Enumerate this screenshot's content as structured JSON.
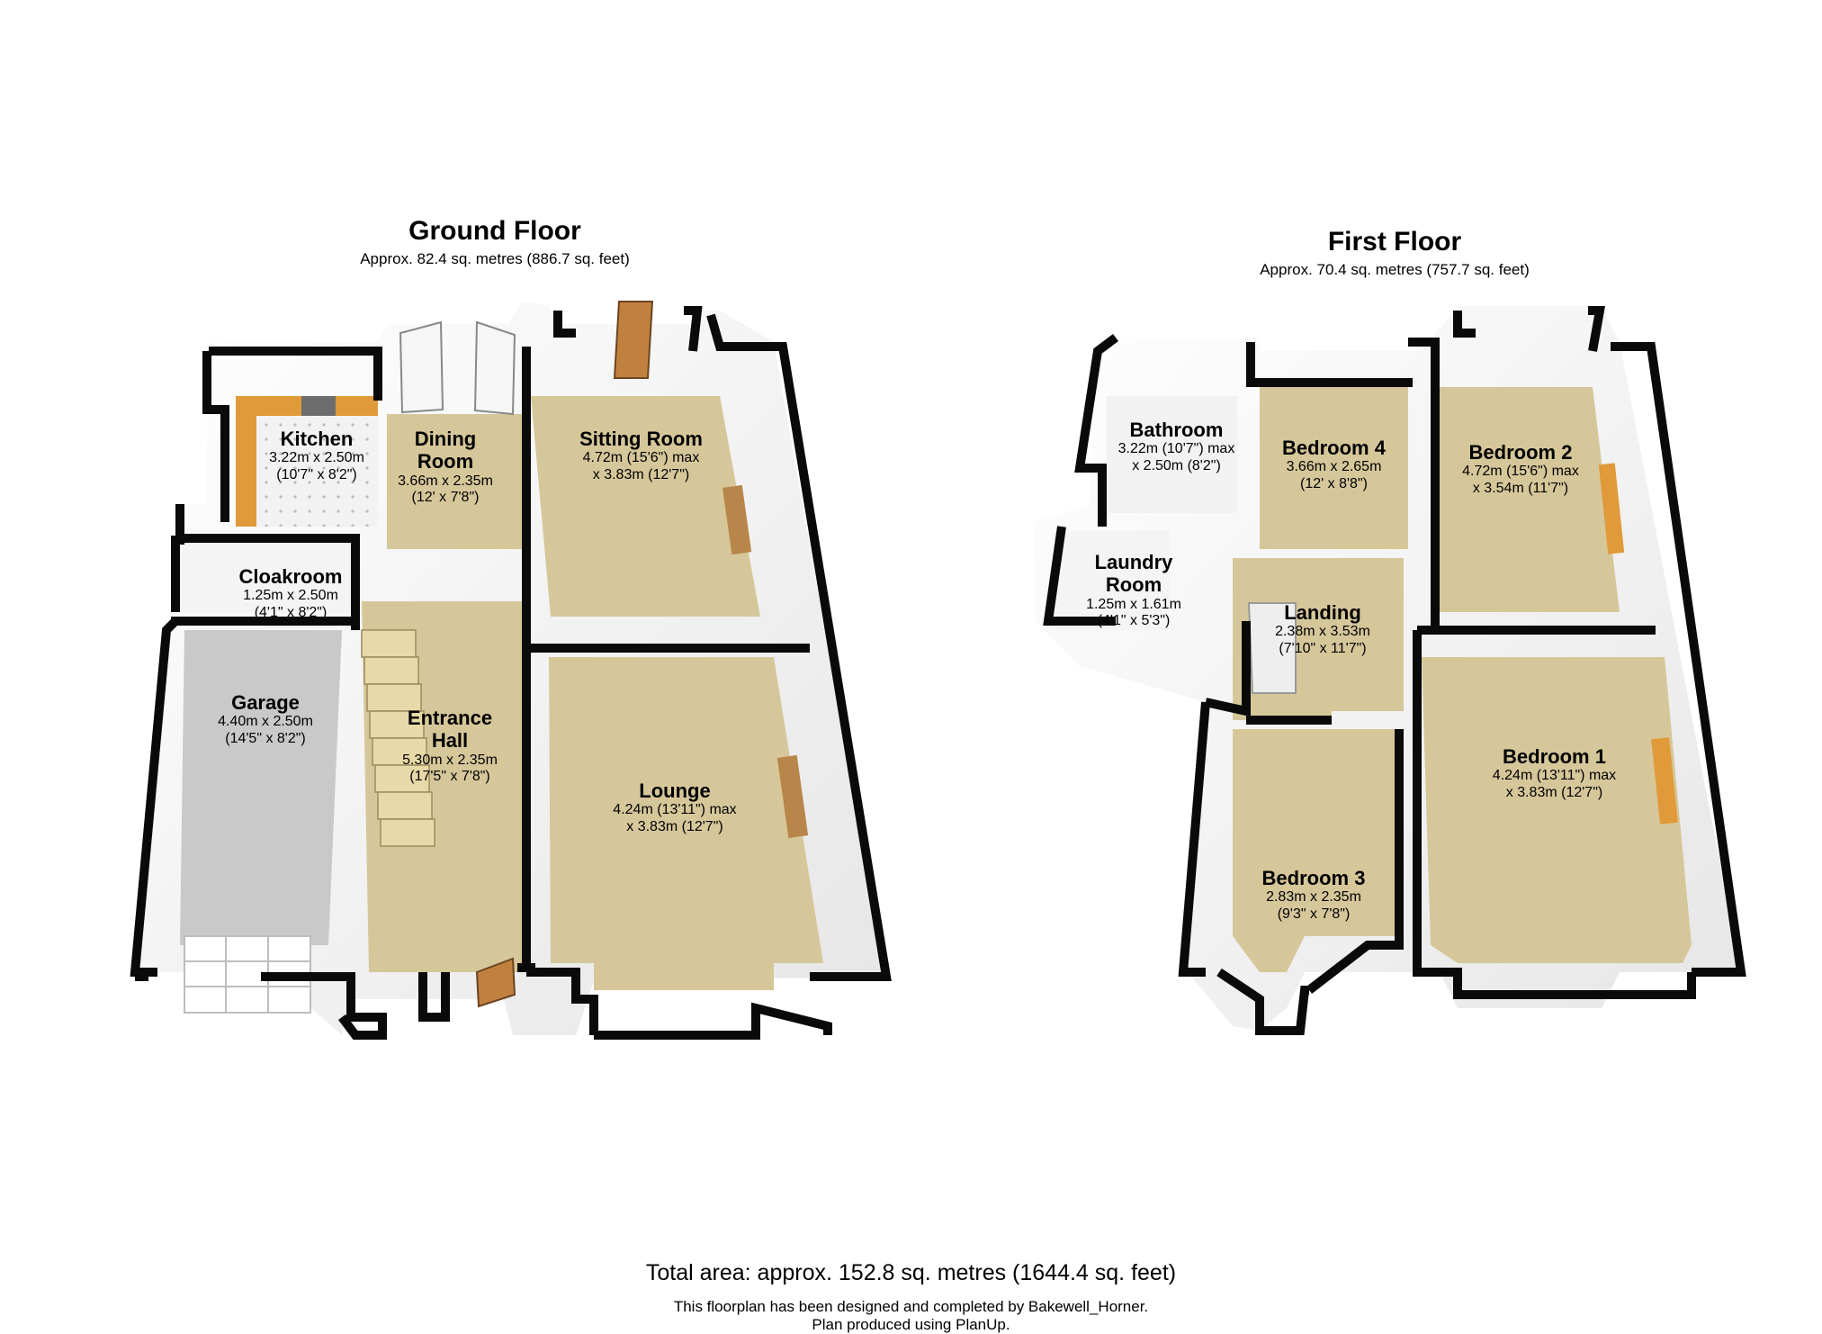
{
  "ground_floor": {
    "title": "Ground Floor",
    "area": "Approx. 82.4 sq. metres (886.7 sq. feet)",
    "rooms": [
      {
        "id": "kitchen",
        "name": "Kitchen",
        "dims": [
          "3.22m x 2.50m",
          "(10'7\" x 8'2\")"
        ]
      },
      {
        "id": "dining",
        "name": "Dining Room",
        "dims": [
          "3.66m x 2.35m",
          "(12' x 7'8\")"
        ]
      },
      {
        "id": "sitting",
        "name": "Sitting Room",
        "dims": [
          "4.72m (15'6\") max",
          "x 3.83m (12'7\")"
        ]
      },
      {
        "id": "cloakroom",
        "name": "Cloakroom",
        "dims": [
          "1.25m x 2.50m",
          "(4'1\" x 8'2\")"
        ]
      },
      {
        "id": "garage",
        "name": "Garage",
        "dims": [
          "4.40m x 2.50m",
          "(14'5\" x 8'2\")"
        ]
      },
      {
        "id": "entrance",
        "name": "Entrance Hall",
        "dims": [
          "5.30m x 2.35m",
          "(17'5\" x 7'8\")"
        ]
      },
      {
        "id": "lounge",
        "name": "Lounge",
        "dims": [
          "4.24m (13'11\") max",
          "x 3.83m (12'7\")"
        ]
      }
    ]
  },
  "first_floor": {
    "title": "First Floor",
    "area": "Approx. 70.4 sq. metres (757.7 sq. feet)",
    "rooms": [
      {
        "id": "bathroom",
        "name": "Bathroom",
        "dims": [
          "3.22m (10'7\") max",
          "x 2.50m (8'2\")"
        ]
      },
      {
        "id": "bedroom4",
        "name": "Bedroom 4",
        "dims": [
          "3.66m x 2.65m",
          "(12' x 8'8\")"
        ]
      },
      {
        "id": "bedroom2",
        "name": "Bedroom 2",
        "dims": [
          "4.72m (15'6\") max",
          "x 3.54m (11'7\")"
        ]
      },
      {
        "id": "laundry",
        "name": "Laundry Room",
        "dims": [
          "1.25m x 1.61m",
          "(4'1\" x 5'3\")"
        ]
      },
      {
        "id": "landing",
        "name": "Landing",
        "dims": [
          "2.38m x 3.53m",
          "(7'10\" x 11'7\")"
        ]
      },
      {
        "id": "bedroom1",
        "name": "Bedroom 1",
        "dims": [
          "4.24m (13'11\") max",
          "x 3.83m (12'7\")"
        ]
      },
      {
        "id": "bedroom3",
        "name": "Bedroom 3",
        "dims": [
          "2.83m x 2.35m",
          "(9'3\" x 7'8\")"
        ]
      }
    ]
  },
  "total_area": "Total area: approx. 152.8 sq. metres (1644.4 sq. feet)",
  "credit_line_1": "This floorplan has been designed and completed by Bakewell_Horner.",
  "credit_line_2": "Plan produced using PlanUp.",
  "colors": {
    "wall": "#0a0a0a",
    "carpet": "#d6c79a",
    "garage_floor": "#c9c9c9",
    "kitchen_worktop": "#e09a3a",
    "tile": "#efefef",
    "label_bg": "#f1ece0"
  }
}
